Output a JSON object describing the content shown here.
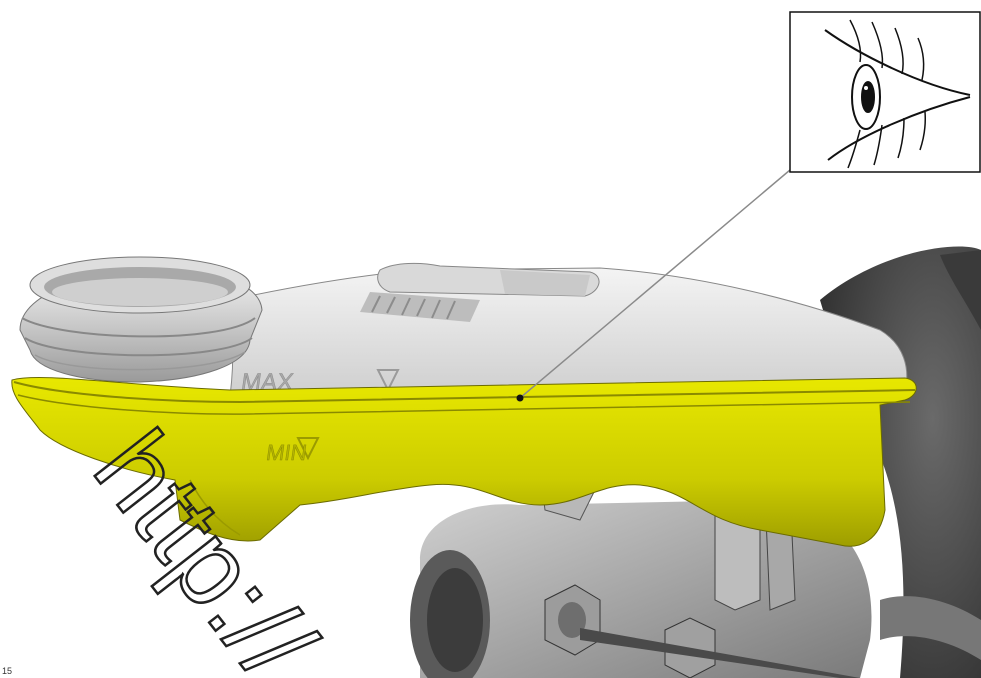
{
  "reservoir": {
    "max_label": "MAX",
    "min_label": "MIN",
    "fluid_color": "#d6d600",
    "body_color": "#e6e6e6"
  },
  "inset": {
    "icon": "eye-icon",
    "meaning": "visual inspection"
  },
  "figure_number": "15",
  "watermark_text": "http://",
  "colors": {
    "background": "#ffffff",
    "outline": "#111111",
    "metal_dark": "#4a4a4a",
    "metal_mid": "#8c8c8c"
  }
}
